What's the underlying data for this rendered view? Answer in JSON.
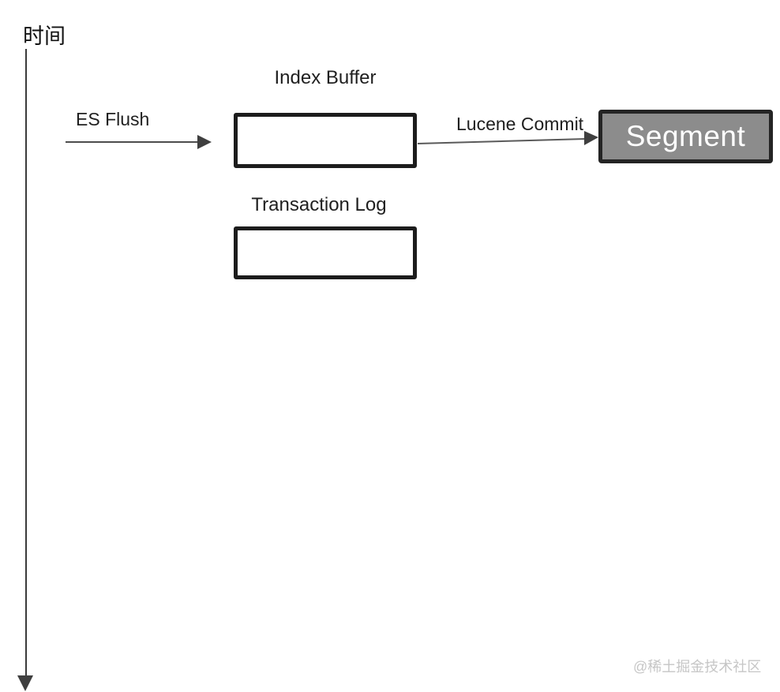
{
  "diagram": {
    "timeline": {
      "label": "时间"
    },
    "flow": {
      "es_flush_label": "ES Flush",
      "index_buffer_label": "Index Buffer",
      "lucene_commit_label": "Lucene Commit",
      "segment_label": "Segment",
      "transaction_log_label": "Transaction Log"
    },
    "watermark": "@稀土掘金技术社区",
    "colors": {
      "background": "#ffffff",
      "box_border": "#1c1c1c",
      "segment_fill": "#8c8c8c",
      "segment_border": "#242424",
      "segment_text": "#ffffff",
      "arrow": "#4a4a4a",
      "label_text": "#1f1f1f",
      "watermark_text": "#c6c6c6"
    }
  }
}
